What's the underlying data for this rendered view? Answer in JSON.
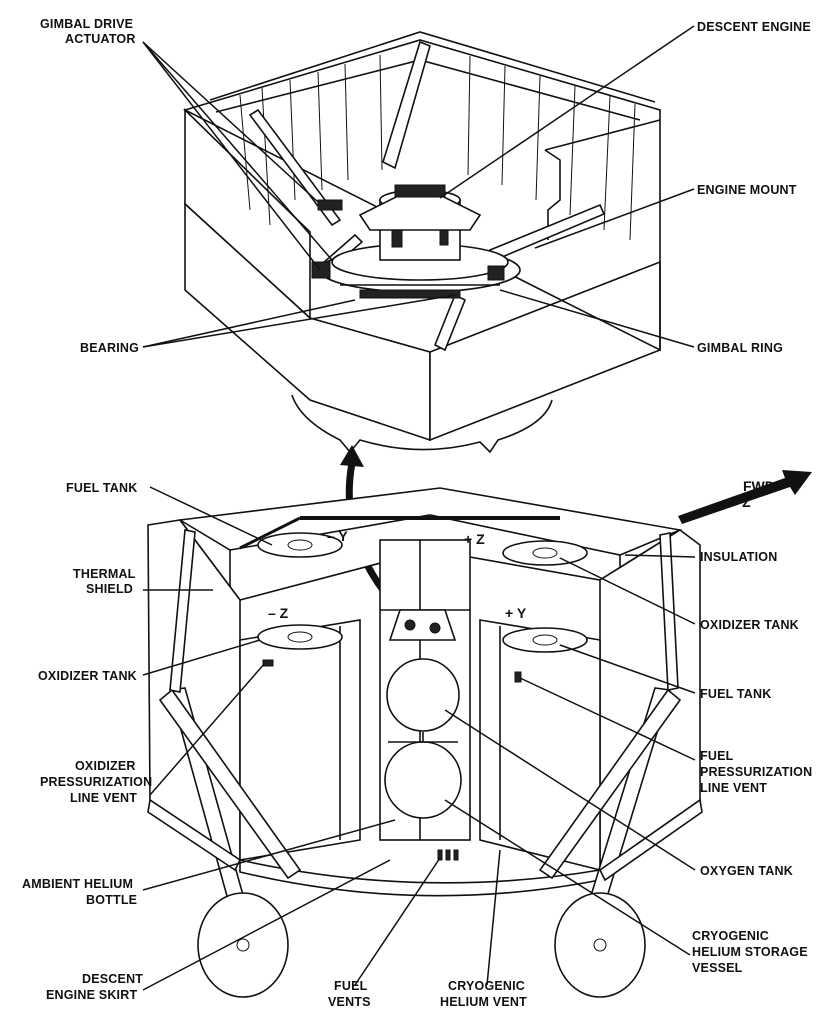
{
  "labels": {
    "gimbal_drive_actuator_1": "GIMBAL DRIVE",
    "gimbal_drive_actuator_2": "ACTUATOR",
    "descent_engine": "DESCENT ENGINE",
    "engine_mount": "ENGINE MOUNT",
    "bearing": "BEARING",
    "gimbal_ring": "GIMBAL RING",
    "fuel_tank_left": "FUEL TANK",
    "thermal_shield_1": "THERMAL",
    "thermal_shield_2": "SHIELD",
    "insulation": "INSULATION",
    "oxidizer_tank_right": "OXIDIZER TANK",
    "oxidizer_tank_left": "OXIDIZER TANK",
    "fuel_tank_right": "FUEL TANK",
    "oxidizer_vent_1": "OXIDIZER",
    "oxidizer_vent_2": "PRESSURIZATION",
    "oxidizer_vent_3": "LINE VENT",
    "fuel_vent_1": "FUEL",
    "fuel_vent_2": "PRESSURIZATION",
    "fuel_vent_3": "LINE VENT",
    "oxygen_tank": "OXYGEN TANK",
    "ambient_helium_1": "AMBIENT HELIUM",
    "ambient_helium_2": "BOTTLE",
    "cryo_storage_1": "CRYOGENIC",
    "cryo_storage_2": "HELIUM STORAGE",
    "cryo_storage_3": "VESSEL",
    "engine_skirt_1": "DESCENT",
    "engine_skirt_2": "ENGINE SKIRT",
    "fuel_vents_1": "FUEL",
    "fuel_vents_2": "VENTS",
    "cryo_vent_1": "CRYOGENIC",
    "cryo_vent_2": "HELIUM VENT"
  },
  "axes": {
    "fwd": "FWD",
    "plus_z_fwd": "+ Z",
    "minus_y": "– Y",
    "plus_z": "+ Z",
    "minus_z": "– Z",
    "plus_y": "+ Y"
  }
}
